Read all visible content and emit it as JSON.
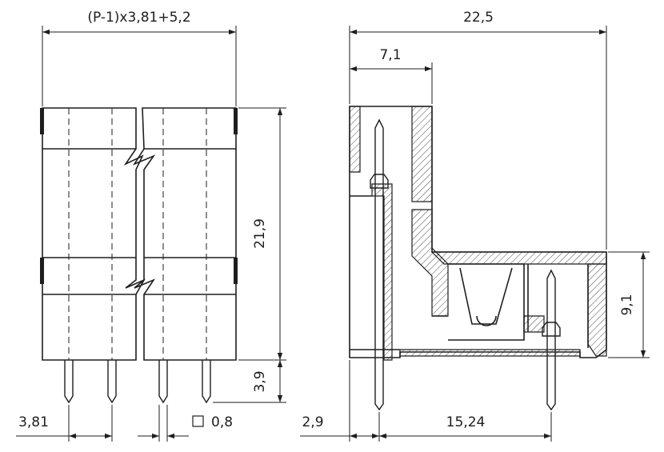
{
  "front_view": {
    "dim_width_formula": "(P-1)x3,81+5,2",
    "dim_height": "21,9",
    "dim_pin_length": "3,9",
    "dim_pitch": "3,81",
    "dim_pin_square": "0,8"
  },
  "side_view": {
    "dim_total_length": "22,5",
    "dim_upper_width": "7,1",
    "dim_lower_height": "9,1",
    "dim_pin_offset": "2,9",
    "dim_pin_spacing": "15,24"
  },
  "colors": {
    "line": "#1e1e1e",
    "background": "#ffffff"
  }
}
